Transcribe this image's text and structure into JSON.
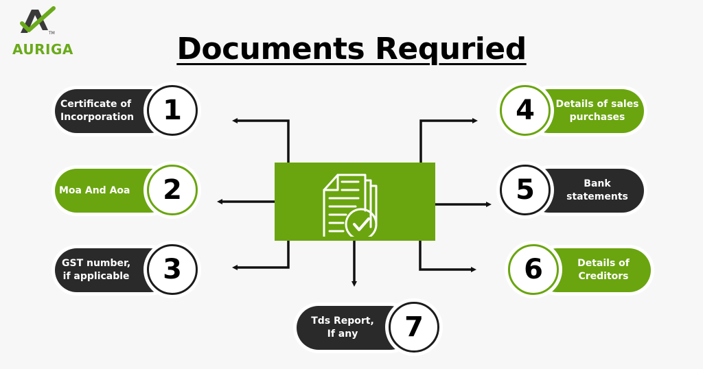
{
  "brand": {
    "name": "AURIGA",
    "trademark": "TM",
    "logo_icon": "mountain-check-icon",
    "colors": {
      "green": "#6aa50f",
      "dark": "#2a2a2a",
      "background": "#f7f7f7"
    }
  },
  "title": "Documents Requried",
  "center": {
    "icon": "documents-check-icon"
  },
  "items": [
    {
      "number": "1",
      "label": "Certificate of\nIncorporation",
      "style": "dark",
      "side": "left"
    },
    {
      "number": "2",
      "label": "Moa And Aoa",
      "style": "green",
      "side": "left"
    },
    {
      "number": "3",
      "label": "GST number,\nif applicable",
      "style": "dark",
      "side": "left"
    },
    {
      "number": "4",
      "label": "Details of sales\npurchases",
      "style": "green",
      "side": "right"
    },
    {
      "number": "5",
      "label": "Bank\nstatements",
      "style": "dark",
      "side": "right"
    },
    {
      "number": "6",
      "label": "Details of\nCreditors",
      "style": "green",
      "side": "right"
    },
    {
      "number": "7",
      "label": "Tds Report,\nIf any",
      "style": "dark",
      "side": "bottom"
    }
  ]
}
